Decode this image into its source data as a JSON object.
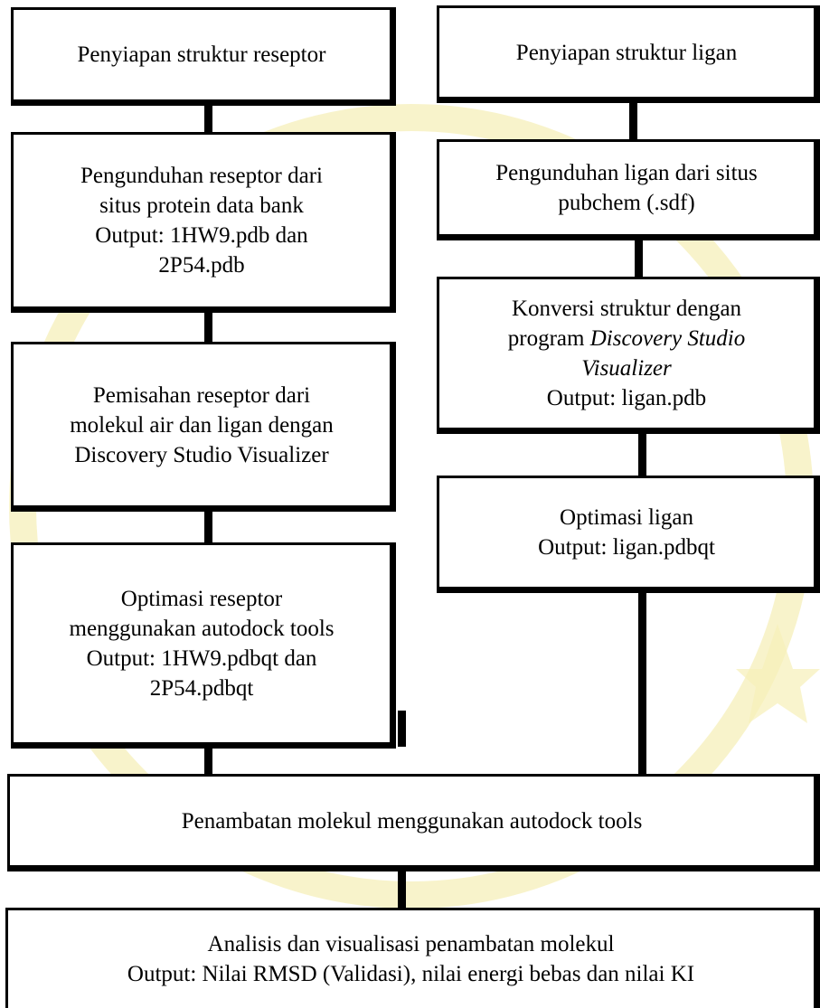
{
  "left_column": {
    "receptor_prep": "Penyiapan struktur reseptor",
    "download": [
      "Pengunduhan reseptor dari",
      "situs protein data bank",
      "Output: 1HW9.pdb dan",
      "2P54.pdb"
    ],
    "separation": [
      "Pemisahan reseptor dari",
      "molekul air dan ligan dengan",
      "Discovery Studio Visualizer"
    ],
    "optimization": [
      "Optimasi reseptor",
      "menggunakan autodock tools",
      "Output: 1HW9.pdbqt dan",
      "2P54.pdbqt"
    ]
  },
  "right_column": {
    "ligand_prep": "Penyiapan struktur ligan",
    "download": [
      "Pengunduhan ligan dari situs",
      "pubchem (.sdf)"
    ],
    "conversion": {
      "line1": "Konversi struktur dengan",
      "line2_prefix": "program ",
      "line2_italic": "Discovery Studio",
      "line3_italic": "Visualizer",
      "line4": "Output: ligan.pdb"
    },
    "optimization": [
      "Optimasi ligan",
      "Output: ligan.pdbqt"
    ]
  },
  "docking": "Penambatan molekul menggunakan autodock tools",
  "analysis": [
    "Analisis dan visualisasi penambatan molekul",
    "Output: Nilai RMSD (Validasi), nilai energi bebas dan nilai KI"
  ]
}
